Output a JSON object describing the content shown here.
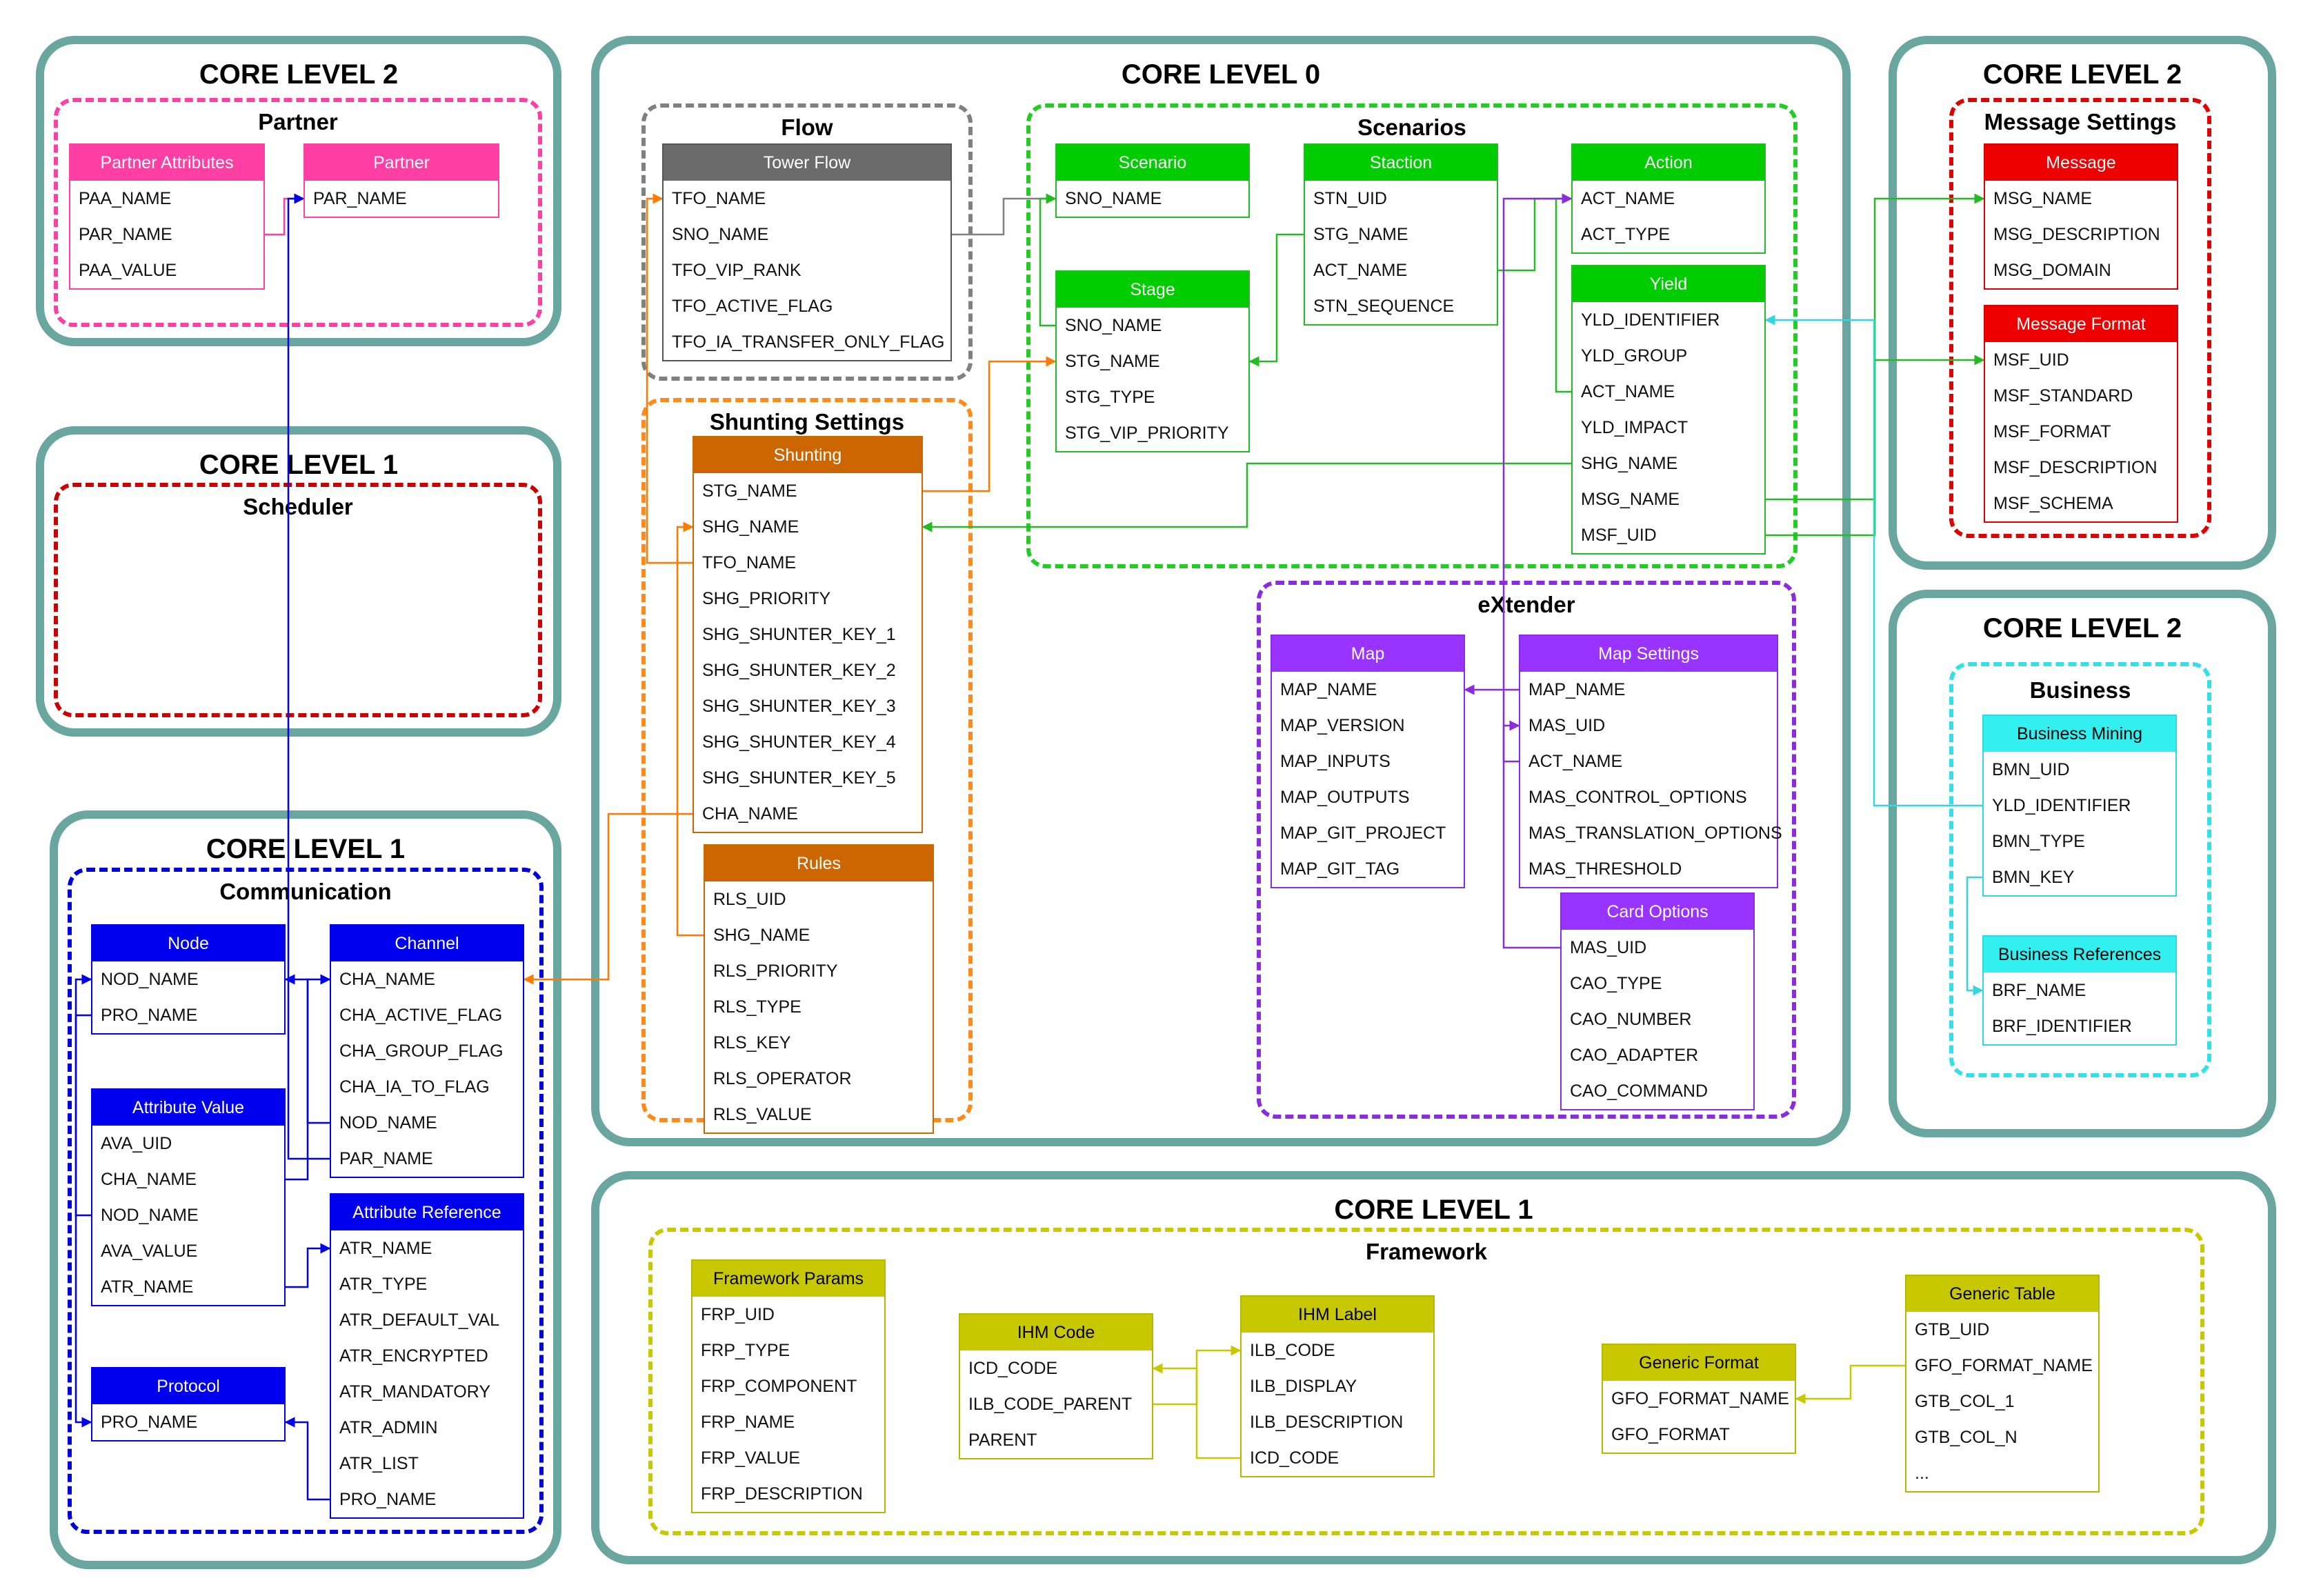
{
  "panels": [
    {
      "id": "p_partner",
      "title": "CORE LEVEL 2"
    },
    {
      "id": "p_sched",
      "title": "CORE LEVEL 1"
    },
    {
      "id": "p_comm",
      "title": "CORE LEVEL 1"
    },
    {
      "id": "p_core0",
      "title": "CORE LEVEL 0"
    },
    {
      "id": "p_msg",
      "title": "CORE LEVEL 2"
    },
    {
      "id": "p_bus",
      "title": "CORE LEVEL 2"
    },
    {
      "id": "p_fw",
      "title": "CORE LEVEL 1"
    }
  ],
  "groups": [
    {
      "id": "g_partner",
      "title": "Partner",
      "color": "#ff3fa4"
    },
    {
      "id": "g_sched",
      "title": "Scheduler",
      "color": "#cc0000"
    },
    {
      "id": "g_comm",
      "title": "Communication",
      "color": "#0000dd"
    },
    {
      "id": "g_flow",
      "title": "Flow",
      "color": "#808080"
    },
    {
      "id": "g_scen",
      "title": "Scenarios",
      "color": "#22cc22"
    },
    {
      "id": "g_shunt",
      "title": "Shunting Settings",
      "color": "#ff8a1c"
    },
    {
      "id": "g_ext",
      "title": "eXtender",
      "color": "#8a2be2"
    },
    {
      "id": "g_msg",
      "title": "Message Settings",
      "color": "#e00000"
    },
    {
      "id": "g_bus",
      "title": "Business",
      "color": "#33e0e8"
    },
    {
      "id": "g_fw",
      "title": "Framework",
      "color": "#c8c800"
    }
  ],
  "tables": [
    {
      "id": "partner_attributes",
      "name": "Partner Attributes",
      "header": "#ff3fa4",
      "border": "#ff3fa4",
      "fields": [
        "PAA_NAME",
        "PAR_NAME",
        "PAA_VALUE"
      ]
    },
    {
      "id": "partner",
      "name": "Partner",
      "header": "#ff3fa4",
      "border": "#ff3fa4",
      "fields": [
        "PAR_NAME"
      ]
    },
    {
      "id": "node",
      "name": "Node",
      "header": "#0000ee",
      "border": "#0000ee",
      "fields": [
        "NOD_NAME",
        "PRO_NAME"
      ]
    },
    {
      "id": "channel",
      "name": "Channel",
      "header": "#0000ee",
      "border": "#0000ee",
      "fields": [
        "CHA_NAME",
        "CHA_ACTIVE_FLAG",
        "CHA_GROUP_FLAG",
        "CHA_IA_TO_FLAG",
        "NOD_NAME",
        "PAR_NAME"
      ]
    },
    {
      "id": "attribute_value",
      "name": "Attribute Value",
      "header": "#0000ee",
      "border": "#0000ee",
      "fields": [
        "AVA_UID",
        "CHA_NAME",
        "NOD_NAME",
        "AVA_VALUE",
        "ATR_NAME"
      ]
    },
    {
      "id": "attribute_reference",
      "name": "Attribute Reference",
      "header": "#0000ee",
      "border": "#0000ee",
      "fields": [
        "ATR_NAME",
        "ATR_TYPE",
        "ATR_DEFAULT_VAL",
        "ATR_ENCRYPTED",
        "ATR_MANDATORY",
        "ATR_ADMIN",
        "ATR_LIST",
        "PRO_NAME"
      ]
    },
    {
      "id": "protocol",
      "name": "Protocol",
      "header": "#0000ee",
      "border": "#0000ee",
      "fields": [
        "PRO_NAME"
      ]
    },
    {
      "id": "tower_flow",
      "name": "Tower Flow",
      "header": "#6b6b6b",
      "border": "#555555",
      "fields": [
        "TFO_NAME",
        "SNO_NAME",
        "TFO_VIP_RANK",
        "TFO_ACTIVE_FLAG",
        "TFO_IA_TRANSFER_ONLY_FLAG"
      ]
    },
    {
      "id": "scenario",
      "name": "Scenario",
      "header": "#00cc00",
      "border": "#22bb22",
      "fields": [
        "SNO_NAME"
      ]
    },
    {
      "id": "staction",
      "name": "Staction",
      "header": "#00cc00",
      "border": "#22bb22",
      "fields": [
        "STN_UID",
        "STG_NAME",
        "ACT_NAME",
        "STN_SEQUENCE"
      ]
    },
    {
      "id": "action",
      "name": "Action",
      "header": "#00cc00",
      "border": "#22bb22",
      "fields": [
        "ACT_NAME",
        "ACT_TYPE"
      ]
    },
    {
      "id": "stage",
      "name": "Stage",
      "header": "#00cc00",
      "border": "#22bb22",
      "fields": [
        "SNO_NAME",
        "STG_NAME",
        "STG_TYPE",
        "STG_VIP_PRIORITY"
      ]
    },
    {
      "id": "yield",
      "name": "Yield",
      "header": "#00cc00",
      "border": "#22bb22",
      "fields": [
        "YLD_IDENTIFIER",
        "YLD_GROUP",
        "ACT_NAME",
        "YLD_IMPACT",
        "SHG_NAME",
        "MSG_NAME",
        "MSF_UID"
      ]
    },
    {
      "id": "shunting",
      "name": "Shunting",
      "header": "#cc6600",
      "border": "#cc6600",
      "fields": [
        "STG_NAME",
        "SHG_NAME",
        "TFO_NAME",
        "SHG_PRIORITY",
        "SHG_SHUNTER_KEY_1",
        "SHG_SHUNTER_KEY_2",
        "SHG_SHUNTER_KEY_3",
        "SHG_SHUNTER_KEY_4",
        "SHG_SHUNTER_KEY_5",
        "CHA_NAME"
      ]
    },
    {
      "id": "rules",
      "name": "Rules",
      "header": "#cc6600",
      "border": "#cc6600",
      "fields": [
        "RLS_UID",
        "SHG_NAME",
        "RLS_PRIORITY",
        "RLS_TYPE",
        "RLS_KEY",
        "RLS_OPERATOR",
        "RLS_VALUE"
      ]
    },
    {
      "id": "map",
      "name": "Map",
      "header": "#9933ff",
      "border": "#8a2be2",
      "fields": [
        "MAP_NAME",
        "MAP_VERSION",
        "MAP_INPUTS",
        "MAP_OUTPUTS",
        "MAP_GIT_PROJECT",
        "MAP_GIT_TAG"
      ]
    },
    {
      "id": "map_settings",
      "name": "Map Settings",
      "header": "#9933ff",
      "border": "#8a2be2",
      "fields": [
        "MAP_NAME",
        "MAS_UID",
        "ACT_NAME",
        "MAS_CONTROL_OPTIONS",
        "MAS_TRANSLATION_OPTIONS",
        "MAS_THRESHOLD"
      ]
    },
    {
      "id": "card_options",
      "name": "Card Options",
      "header": "#9933ff",
      "border": "#8a2be2",
      "fields": [
        "MAS_UID",
        "CAO_TYPE",
        "CAO_NUMBER",
        "CAO_ADAPTER",
        "CAO_COMMAND"
      ]
    },
    {
      "id": "message",
      "name": "Message",
      "header": "#ee0000",
      "border": "#dd0000",
      "fields": [
        "MSG_NAME",
        "MSG_DESCRIPTION",
        "MSG_DOMAIN"
      ]
    },
    {
      "id": "message_format",
      "name": "Message Format",
      "header": "#ee0000",
      "border": "#dd0000",
      "fields": [
        "MSF_UID",
        "MSF_STANDARD",
        "MSF_FORMAT",
        "MSF_DESCRIPTION",
        "MSF_SCHEMA"
      ]
    },
    {
      "id": "business_mining",
      "name": "Business Mining",
      "header": "#33f0f0",
      "border": "#33d6e0",
      "headerText": "#000000",
      "fields": [
        "BMN_UID",
        "YLD_IDENTIFIER",
        "BMN_TYPE",
        "BMN_KEY"
      ]
    },
    {
      "id": "business_references",
      "name": "Business References",
      "header": "#33f0f0",
      "border": "#33d6e0",
      "headerText": "#000000",
      "fields": [
        "BRF_NAME",
        "BRF_IDENTIFIER"
      ]
    },
    {
      "id": "framework_params",
      "name": "Framework Params",
      "header": "#c8c800",
      "border": "#b8b800",
      "headerText": "#000000",
      "fields": [
        "FRP_UID",
        "FRP_TYPE",
        "FRP_COMPONENT",
        "FRP_NAME",
        "FRP_VALUE",
        "FRP_DESCRIPTION"
      ]
    },
    {
      "id": "ihm_code",
      "name": "IHM Code",
      "header": "#c8c800",
      "border": "#b8b800",
      "headerText": "#000000",
      "fields": [
        "ICD_CODE",
        "ILB_CODE_PARENT",
        "PARENT"
      ]
    },
    {
      "id": "ihm_label",
      "name": "IHM Label",
      "header": "#c8c800",
      "border": "#b8b800",
      "headerText": "#000000",
      "fields": [
        "ILB_CODE",
        "ILB_DISPLAY",
        "ILB_DESCRIPTION",
        "ICD_CODE"
      ]
    },
    {
      "id": "generic_format",
      "name": "Generic Format",
      "header": "#c8c800",
      "border": "#b8b800",
      "headerText": "#000000",
      "fields": [
        "GFO_FORMAT_NAME",
        "GFO_FORMAT"
      ]
    },
    {
      "id": "generic_table",
      "name": "Generic Table",
      "header": "#c8c800",
      "border": "#b8b800",
      "headerText": "#000000",
      "fields": [
        "GTB_UID",
        "GFO_FORMAT_NAME",
        "GTB_COL_1",
        "GTB_COL_N",
        "..."
      ]
    }
  ],
  "relations": [
    {
      "from": "partner_attributes.PAR_NAME",
      "to": "partner.PAR_NAME",
      "color": "#ff3fa4"
    },
    {
      "from": "channel.PAR_NAME",
      "to": "partner.PAR_NAME",
      "color": "#0000ee"
    },
    {
      "from": "channel.NOD_NAME",
      "to": "node.NOD_NAME",
      "color": "#0000ee"
    },
    {
      "from": "attribute_value.CHA_NAME",
      "to": "channel.CHA_NAME",
      "color": "#0000ee"
    },
    {
      "from": "attribute_value.NOD_NAME",
      "to": "node.NOD_NAME",
      "color": "#0000ee"
    },
    {
      "from": "attribute_value.ATR_NAME",
      "to": "attribute_reference.ATR_NAME",
      "color": "#0000ee"
    },
    {
      "from": "attribute_reference.PRO_NAME",
      "to": "protocol.PRO_NAME",
      "color": "#0000ee"
    },
    {
      "from": "node.PRO_NAME",
      "to": "protocol.PRO_NAME",
      "color": "#0000ee"
    },
    {
      "from": "tower_flow.SNO_NAME",
      "to": "scenario.SNO_NAME",
      "color": "#808080"
    },
    {
      "from": "shunting.TFO_NAME",
      "to": "tower_flow.TFO_NAME",
      "color": "#ff7a00"
    },
    {
      "from": "shunting.STG_NAME",
      "to": "stage.STG_NAME",
      "color": "#ff7a00"
    },
    {
      "from": "shunting.CHA_NAME",
      "to": "channel.CHA_NAME",
      "color": "#ff7a00"
    },
    {
      "from": "rules.SHG_NAME",
      "to": "shunting.SHG_NAME",
      "color": "#ff7a00"
    },
    {
      "from": "stage.SNO_NAME",
      "to": "scenario.SNO_NAME",
      "color": "#22bb22"
    },
    {
      "from": "staction.STG_NAME",
      "to": "stage.STG_NAME",
      "color": "#22bb22"
    },
    {
      "from": "staction.ACT_NAME",
      "to": "action.ACT_NAME",
      "color": "#22bb22"
    },
    {
      "from": "yield.ACT_NAME",
      "to": "action.ACT_NAME",
      "color": "#22bb22"
    },
    {
      "from": "yield.SHG_NAME",
      "to": "shunting.SHG_NAME",
      "color": "#22bb22"
    },
    {
      "from": "yield.MSG_NAME",
      "to": "message.MSG_NAME",
      "color": "#22bb22"
    },
    {
      "from": "yield.MSF_UID",
      "to": "message_format.MSF_UID",
      "color": "#22bb22"
    },
    {
      "from": "map_settings.MAP_NAME",
      "to": "map.MAP_NAME",
      "color": "#8a2be2"
    },
    {
      "from": "map_settings.ACT_NAME",
      "to": "action.ACT_NAME",
      "color": "#8a2be2"
    },
    {
      "from": "card_options.MAS_UID",
      "to": "map_settings.MAS_UID",
      "color": "#8a2be2"
    },
    {
      "from": "business_mining.YLD_IDENTIFIER",
      "to": "yield.YLD_IDENTIFIER",
      "color": "#33d6e0"
    },
    {
      "from": "business_mining.BMN_KEY",
      "to": "business_references.BRF_NAME",
      "color": "#33d6e0"
    },
    {
      "from": "ihm_code.ILB_CODE_PARENT",
      "to": "ihm_label.ILB_CODE",
      "color": "#c8c800"
    },
    {
      "from": "ihm_label.ICD_CODE",
      "to": "ihm_code.ICD_CODE",
      "color": "#c8c800"
    },
    {
      "from": "generic_table.GFO_FORMAT_NAME",
      "to": "generic_format.GFO_FORMAT_NAME",
      "color": "#c8c800"
    }
  ]
}
